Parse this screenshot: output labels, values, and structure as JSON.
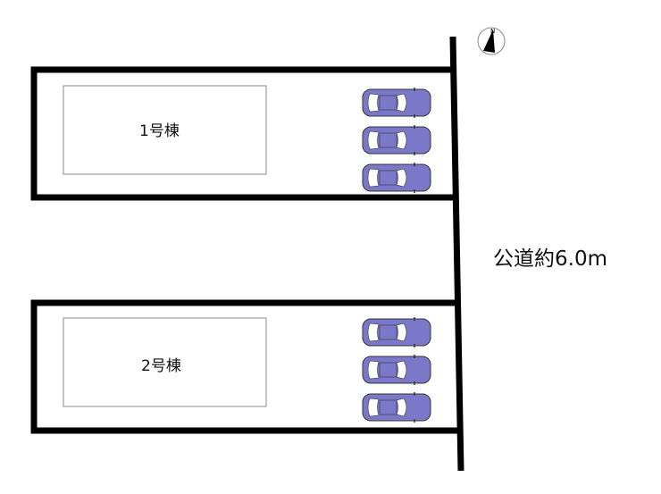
{
  "lots": [
    {
      "building_label": "1号棟",
      "parking_spaces": 3
    },
    {
      "building_label": "2号棟",
      "parking_spaces": 3
    }
  ],
  "road_label": "公道約6.0m",
  "compass": {
    "north_label": "N"
  },
  "colors": {
    "car_body": "#7b78c9",
    "car_window": "#ffffff",
    "line": "#000000",
    "building_outline": "#888888"
  }
}
